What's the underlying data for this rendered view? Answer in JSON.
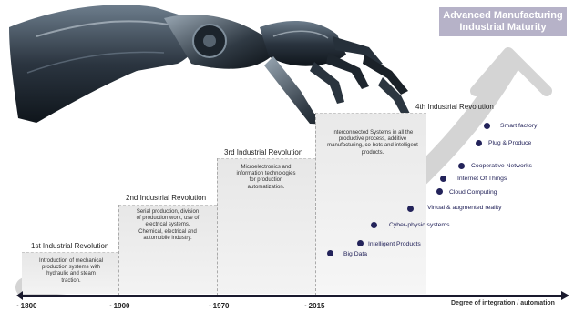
{
  "title": {
    "line1": "Advanced Manufacturing",
    "line2": "Industrial Maturity"
  },
  "revolutions": [
    {
      "label": "1st Industrial Revolution",
      "desc": [
        "Introduction of mechanical",
        "production systems  with",
        "hydraulic and steam",
        "traction."
      ]
    },
    {
      "label": "2nd Industrial Revolution",
      "desc": [
        "Serial production, division",
        "of production work, use of",
        "electrical systems.",
        "Chemical, electrical and",
        "automobile industry."
      ]
    },
    {
      "label": "3rd Industrial Revolution",
      "desc": [
        "Microelectronics and",
        "information technologies",
        "for production",
        "automatization."
      ]
    },
    {
      "label": "4th Industrial Revolution",
      "desc": [
        "Interconnected Systems in all the",
        "productive process, additive",
        "manufacturing, co-bots and intelligent",
        "products."
      ]
    }
  ],
  "timeline": {
    "ticks": [
      "~1800",
      "~1900",
      "~1970",
      "~2015"
    ],
    "axis_label": "Degree of integration / automation"
  },
  "technologies": [
    "Big Data",
    "Intelligent Products",
    "Cyber-physic systems",
    "Virtual & augmented  reality",
    "Cloud Computing",
    "Internet Of Things",
    "Cooperative Networks",
    "Plug & Produce",
    "Smart factory"
  ],
  "colors": {
    "dot": "#23235a",
    "title_box": "#b6b2c8",
    "axis": "#1a1a2e"
  },
  "illustration": {
    "subject": "robot-arm"
  }
}
